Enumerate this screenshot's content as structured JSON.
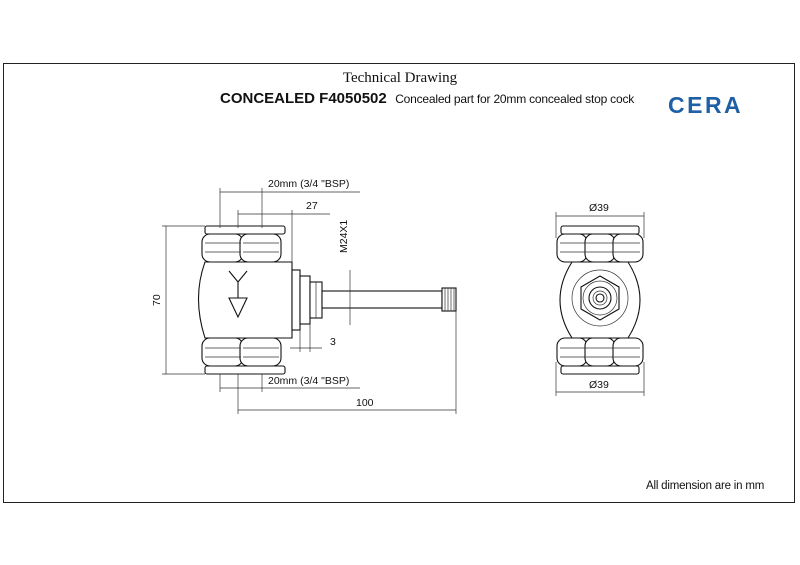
{
  "header": {
    "title": "Technical Drawing",
    "model": "CONCEALED F4050502",
    "description": "Concealed part for 20mm concealed stop cock"
  },
  "brand": {
    "name": "CERA",
    "color": "#1f5fa6"
  },
  "dimensions": {
    "top_thread": "20mm (3/4 \"BSP)",
    "bottom_thread": "20mm (3/4 \"BSP)",
    "depth": "27",
    "spindle_thread": "M24X1",
    "height": "70",
    "offset": "3",
    "length": "100",
    "diameter_top": "Ø39",
    "diameter_bottom": "Ø39"
  },
  "footer": {
    "note": "All dimension are in mm"
  }
}
